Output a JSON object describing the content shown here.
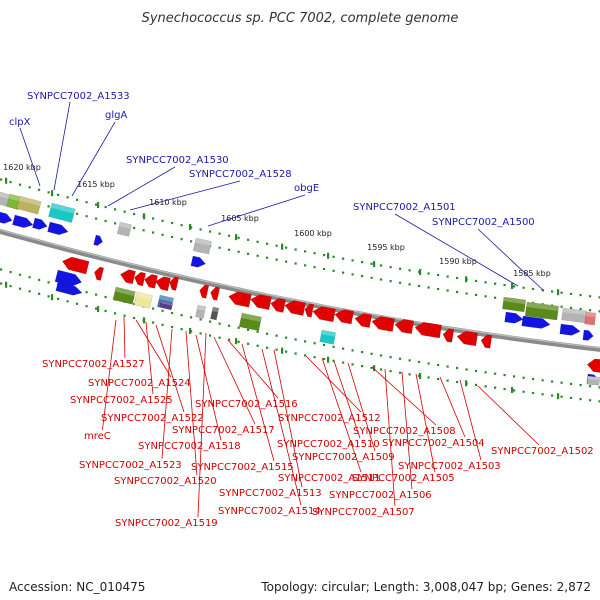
{
  "title": "Synechococcus sp. PCC 7002, complete genome",
  "footer": {
    "accession": "Accession: NC_010475",
    "topology": "Topology: circular; Length: 3,008,047 bp; Genes: 2,872"
  },
  "colors": {
    "backbone": "#8a8a8a",
    "tick": "#2a8a2a",
    "forward_gene": "#1414e0",
    "reverse_gene": "#e00000",
    "top_label": "#1a1aa6",
    "bottom_label": "#d40000",
    "olive": "#5a8a1a",
    "khaki": "#b9b35f",
    "cyan": "#19c7c7",
    "gray": "#b4b4b4",
    "paleyellow": "#efe79a"
  },
  "scale_ticks": [
    "1620 kbp",
    "1615 kbp",
    "1610 kbp",
    "1605 kbp",
    "1600 kbp",
    "1595 kbp",
    "1590 kbp",
    "1585 kbp"
  ],
  "top_labels": [
    "SYNPCC7002_A1533",
    "clpX",
    "glgA",
    "SYNPCC7002_A1530",
    "SYNPCC7002_A1528",
    "obgE",
    "SYNPCC7002_A1501",
    "SYNPCC7002_A1500"
  ],
  "bottom_labels": [
    "SYNPCC7002_A1527",
    "SYNPCC7002_A1524",
    "SYNPCC7002_A1525",
    "SYNPCC7002_A1522",
    "mreC",
    "SYNPCC7002_A1523",
    "SYNPCC7002_A1520",
    "SYNPCC7002_A1519",
    "SYNPCC7002_A1518",
    "SYNPCC7002_A1517",
    "SYNPCC7002_A1516",
    "SYNPCC7002_A1515",
    "SYNPCC7002_A1514",
    "SYNPCC7002_A1513",
    "SYNPCC7002_A1512",
    "SYNPCC7002_A1511",
    "SYNPCC7002_A1510",
    "SYNPCC7002_A1509",
    "SYNPCC7002_A1508",
    "SYNPCC7002_A1507",
    "SYNPCC7002_A1506",
    "SYNPCC7002_A1505",
    "SYNPCC7002_A1504",
    "SYNPCC7002_A1503",
    "SYNPCC7002_A1502"
  ]
}
